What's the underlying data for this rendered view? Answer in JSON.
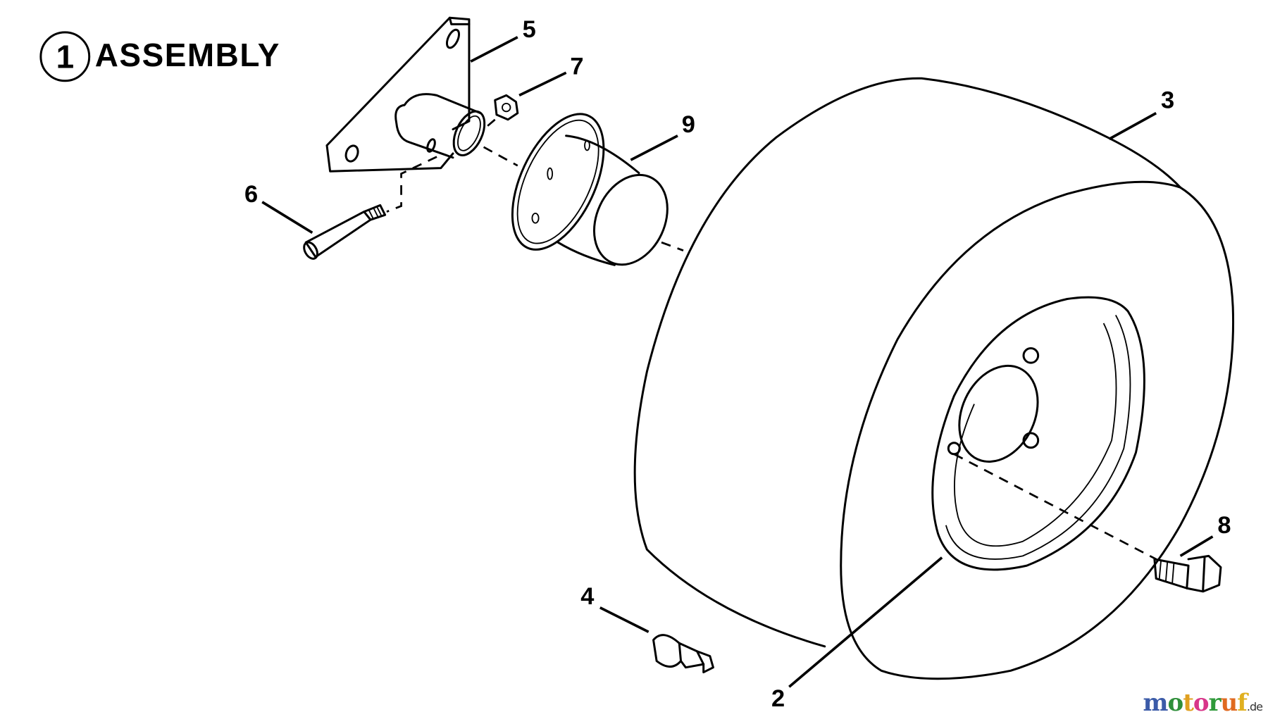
{
  "title": {
    "circle_number": "1",
    "label": "ASSEMBLY"
  },
  "callouts": {
    "c2": "2",
    "c3": "3",
    "c4": "4",
    "c5": "5",
    "c6": "6",
    "c7": "7",
    "c8": "8",
    "c9": "9"
  },
  "watermark": {
    "text": "motoruf.de",
    "letters": [
      "m",
      "o",
      "t",
      "o",
      "r",
      "u",
      "f",
      ".de"
    ],
    "colors": [
      "#3b5ba8",
      "#2f8f3a",
      "#e0a020",
      "#d8368a",
      "#2f9a3a",
      "#e06a20",
      "#e0b020",
      "#333333"
    ]
  }
}
